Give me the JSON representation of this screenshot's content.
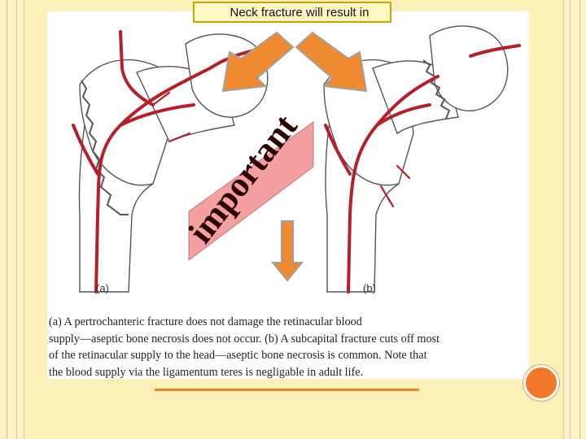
{
  "slide": {
    "title": "Neck fracture will result in",
    "banner_word": "important",
    "panel_labels": [
      "(a)",
      "(b)"
    ],
    "caption_lines": [
      "(a) A pertrochanteric fracture does not damage the retinacular blood",
      "supply—aseptic bone necrosis does not occur. (b) A subcapital fracture cuts off most",
      "of the retinacular supply to the head—aseptic bone necrosis is common. Note that",
      "the blood supply via the ligamentum teres is negligable in adult life."
    ]
  },
  "colors": {
    "background": "#fbf0b8",
    "artery": "#b3202a",
    "arrow_fill": "#f08a30",
    "arrow_stroke": "#a0a0a0",
    "banner_fill": "#f4a0a0",
    "accent": "#f07a2a"
  },
  "icons": [
    "arrow-down-left-icon",
    "arrow-down-right-icon",
    "arrow-down-icon"
  ]
}
